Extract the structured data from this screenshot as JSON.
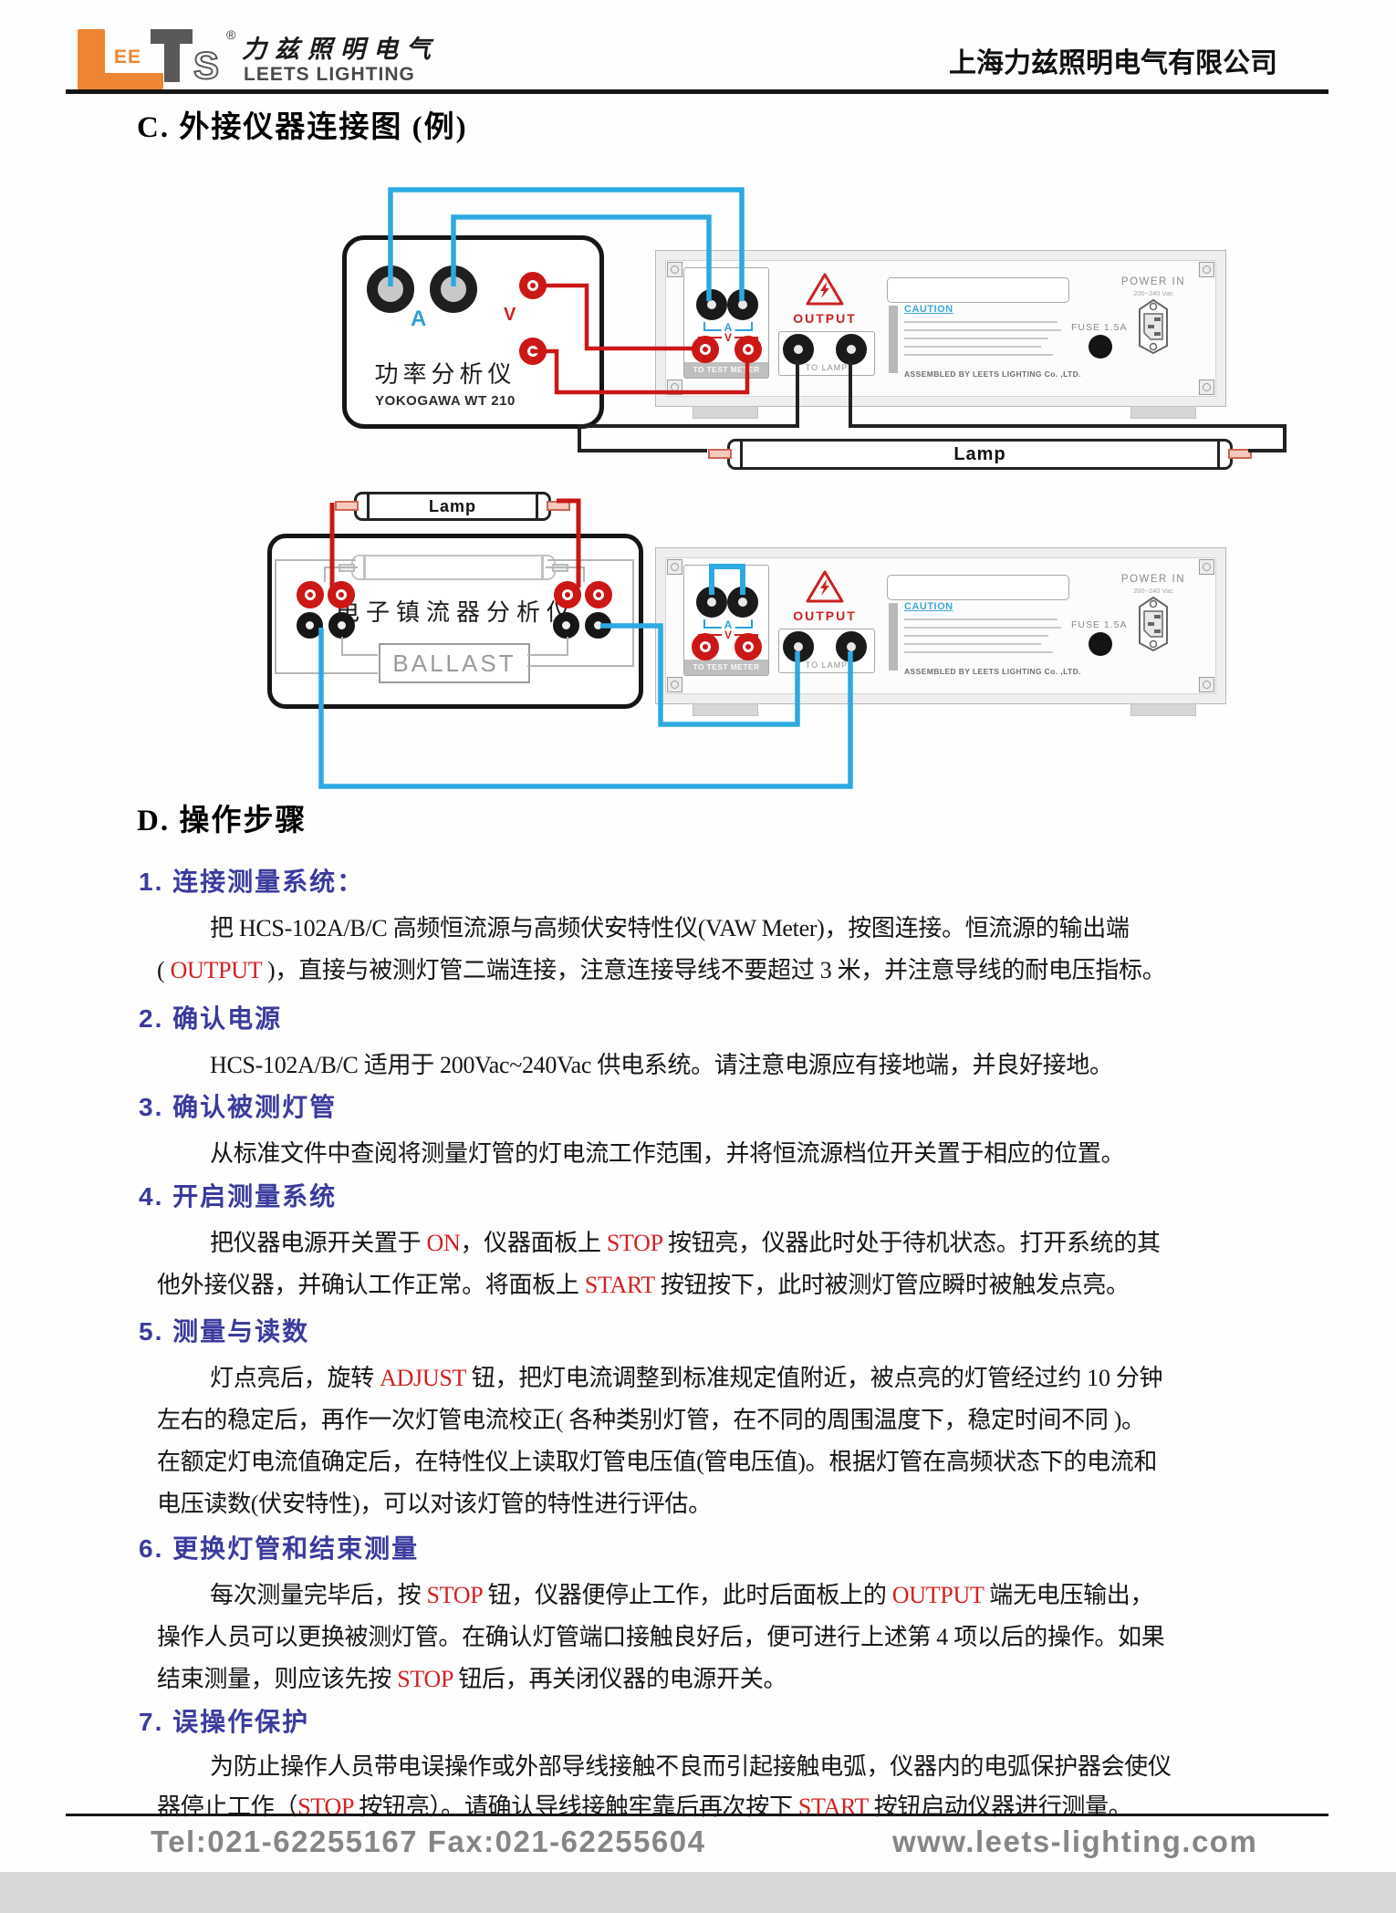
{
  "header": {
    "logo": {
      "ee": "EE",
      "s": "S",
      "reg": "®",
      "cn": "力兹照明电气",
      "en": "LEETS LIGHTING"
    },
    "company": "上海力兹照明电气有限公司"
  },
  "section_c": {
    "title": "C. 外接仪器连接图 (例)"
  },
  "diagram1": {
    "device_name": "功率分析仪",
    "device_model": "YOKOGAWA WT 210",
    "label_a": "A",
    "label_v": "V",
    "lamp": "Lamp"
  },
  "diagram2": {
    "device_name": "电子镇流器分析仪",
    "ballast": "BALLAST",
    "lamp": "Lamp"
  },
  "panel": {
    "to_test_meter": "TO TEST METER",
    "bracket_a": "A",
    "bracket_v": "V",
    "output": "OUTPUT",
    "to_lamp": "TO LAMP",
    "caution": "CAUTION",
    "assembled": "ASSEMBLED BY LEETS LIGHTING Co. ,LTD.",
    "fuse": "FUSE 1.5A",
    "power_in": "POWER IN",
    "power_rating": "200~240 Vac"
  },
  "section_d": {
    "title": "D. 操作步骤",
    "steps": [
      {
        "label": "1. 连接测量系统：",
        "lines": [
          [
            {
              "t": "把 HCS-102A/B/C 高频恒流源与高频伏安特性仪(VAW Meter)，按图连接。恒流源的输出端"
            }
          ],
          [
            {
              "t": "( "
            },
            {
              "t": "OUTPUT",
              "r": true
            },
            {
              "t": " )，直接与被测灯管二端连接，注意连接导线不要超过 3 米，并注意导线的耐电压指标。"
            }
          ]
        ]
      },
      {
        "label": "2. 确认电源",
        "lines": [
          [
            {
              "t": "HCS-102A/B/C 适用于 200Vac~240Vac 供电系统。请注意电源应有接地端，并良好接地。"
            }
          ]
        ]
      },
      {
        "label": "3. 确认被测灯管",
        "lines": [
          [
            {
              "t": "从标准文件中查阅将测量灯管的灯电流工作范围，并将恒流源档位开关置于相应的位置。"
            }
          ]
        ]
      },
      {
        "label": "4. 开启测量系统",
        "lines": [
          [
            {
              "t": "把仪器电源开关置于 "
            },
            {
              "t": "ON",
              "r": true
            },
            {
              "t": "，仪器面板上 "
            },
            {
              "t": "STOP",
              "r": true
            },
            {
              "t": " 按钮亮，仪器此时处于待机状态。打开系统的其"
            }
          ],
          [
            {
              "t": "他外接仪器，并确认工作正常。将面板上 "
            },
            {
              "t": "START",
              "r": true
            },
            {
              "t": " 按钮按下，此时被测灯管应瞬时被触发点亮。"
            }
          ]
        ]
      },
      {
        "label": "5. 测量与读数",
        "lines": [
          [
            {
              "t": "灯点亮后，旋转 "
            },
            {
              "t": "ADJUST",
              "r": true
            },
            {
              "t": " 钮，把灯电流调整到标准规定值附近，被点亮的灯管经过约 10 分钟"
            }
          ],
          [
            {
              "t": "左右的稳定后，再作一次灯管电流校正( 各种类别灯管，在不同的周围温度下，稳定时间不同 )。"
            }
          ],
          [
            {
              "t": "在额定灯电流值确定后，在特性仪上读取灯管电压值(管电压值)。根据灯管在高频状态下的电流和"
            }
          ],
          [
            {
              "t": "电压读数(伏安特性)，可以对该灯管的特性进行评估。"
            }
          ]
        ]
      },
      {
        "label": "6. 更换灯管和结束测量",
        "lines": [
          [
            {
              "t": "每次测量完毕后，按 "
            },
            {
              "t": "STOP",
              "r": true
            },
            {
              "t": " 钮，仪器便停止工作，此时后面板上的 "
            },
            {
              "t": "OUTPUT",
              "r": true
            },
            {
              "t": " 端无电压输出，"
            }
          ],
          [
            {
              "t": "操作人员可以更换被测灯管。在确认灯管端口接触良好后，便可进行上述第 4 项以后的操作。如果"
            }
          ],
          [
            {
              "t": "结束测量，则应该先按 "
            },
            {
              "t": "STOP",
              "r": true
            },
            {
              "t": " 钮后，再关闭仪器的电源开关。"
            }
          ]
        ]
      },
      {
        "label": "7. 误操作保护",
        "lines": [
          [
            {
              "t": "为防止操作人员带电误操作或外部导线接触不良而引起接触电弧，仪器内的电弧保护器会使仪"
            }
          ],
          [
            {
              "t": "器停止工作（"
            },
            {
              "t": "STOP",
              "r": true
            },
            {
              "t": " 按钮亮）。请确认导线接触牢靠后再次按下 "
            },
            {
              "t": "START",
              "r": true
            },
            {
              "t": " 按钮启动仪器进行测量。"
            }
          ]
        ]
      }
    ]
  },
  "footer": {
    "tel": "Tel:021-62255167  Fax:021-62255604",
    "site": "www.leets-lighting.com"
  },
  "colors": {
    "wire_blue": "#2da9e1",
    "wire_red": "#cc1717",
    "wire_black": "#222222",
    "accent_red": "#d42020",
    "heading_blue": "#3b3b9e",
    "logo_orange": "#ee8532",
    "caution_blue": "#3fa7d6"
  }
}
